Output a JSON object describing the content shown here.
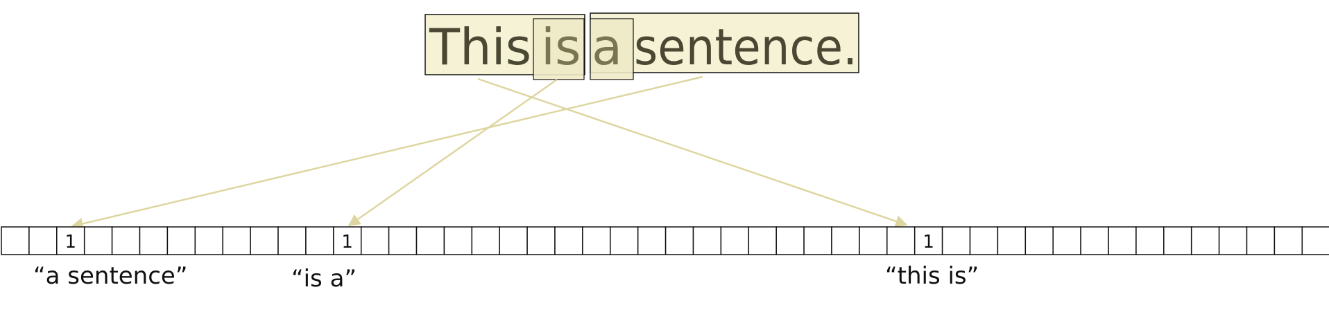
{
  "sentence": {
    "words": [
      "This",
      "is",
      "a",
      "sentence."
    ]
  },
  "vector": {
    "cell_count": 48,
    "marked_cells": [
      {
        "index": 2,
        "value": "1",
        "label": "“a sentence”"
      },
      {
        "index": 12,
        "value": "1",
        "label": "“is a”"
      },
      {
        "index": 33,
        "value": "1",
        "label": "“this is”"
      }
    ]
  },
  "colors": {
    "text": "#4a4733",
    "word_fill": "#f5f2d6",
    "highlight_fill": "#eeeac7",
    "highlight_text": "#7a7551",
    "arrow": "#ded6a0",
    "border": "#111111"
  }
}
